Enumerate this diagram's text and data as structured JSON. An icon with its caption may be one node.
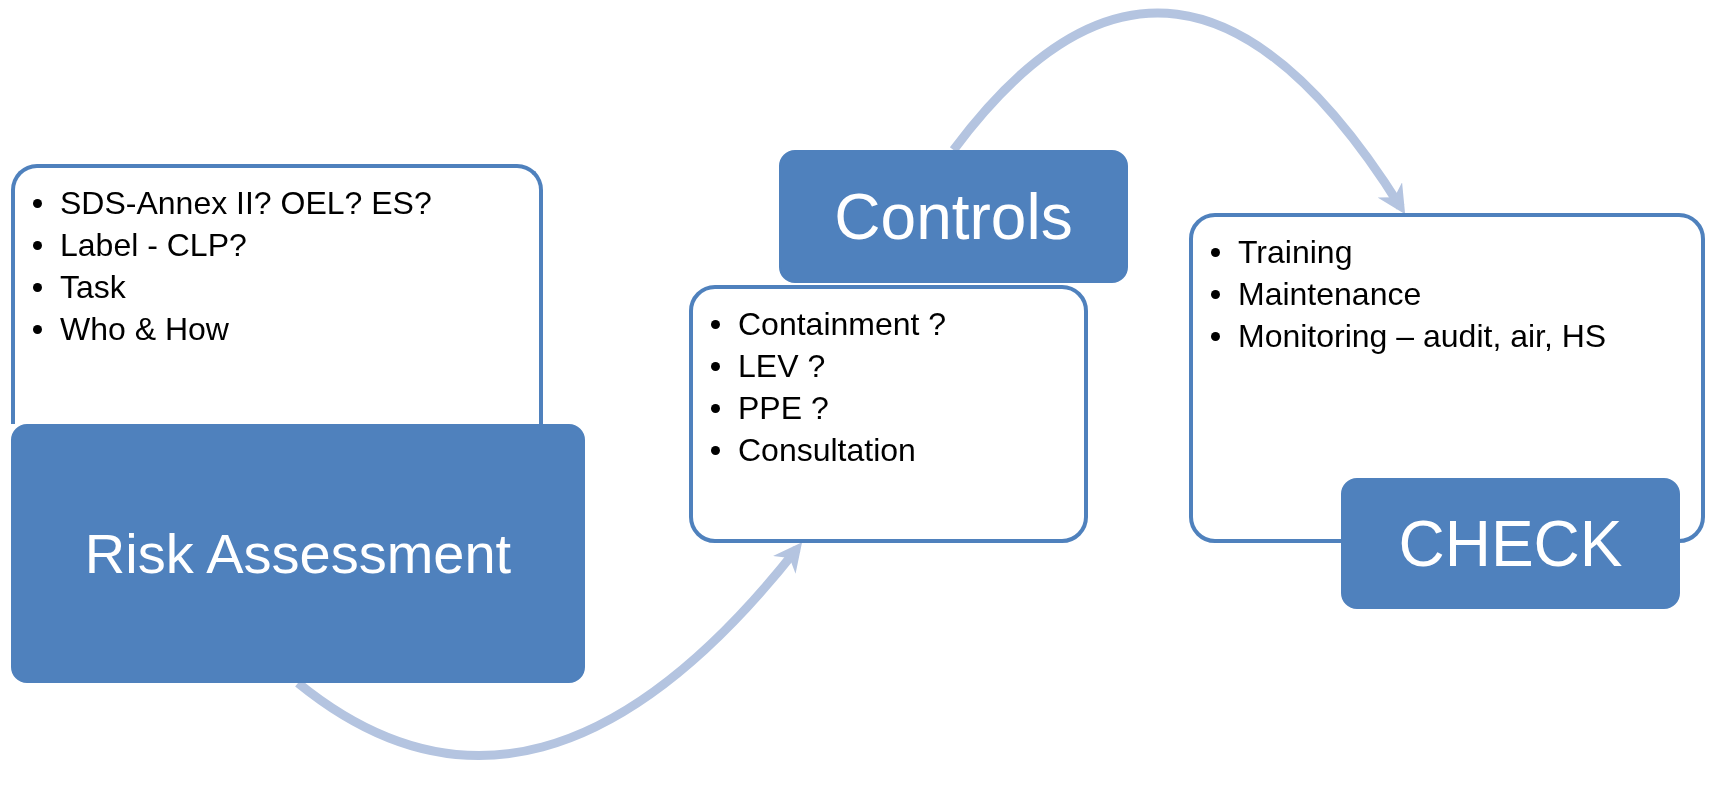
{
  "diagram": {
    "nodes": [
      {
        "text": [
          "SDS-Annex II? OEL? ES?",
          "Label - CLP?",
          "Task",
          "Who & How"
        ]
      },
      {
        "text": [
          "Risk Assessment"
        ]
      },
      {
        "text": [
          "Containment ?",
          "LEV ?",
          "PPE ?",
          "Consultation"
        ]
      },
      {
        "text": [
          "Controls"
        ]
      },
      {
        "text": [
          "Training",
          "Maintenance",
          "Monitoring – audit, air, HS"
        ]
      },
      {
        "text": [
          "CHECK"
        ]
      }
    ],
    "edges": [
      {
        "from": 1,
        "to": 2,
        "arrow": "to"
      },
      {
        "from": 3,
        "to": 4,
        "arrow": "to"
      }
    ]
  }
}
